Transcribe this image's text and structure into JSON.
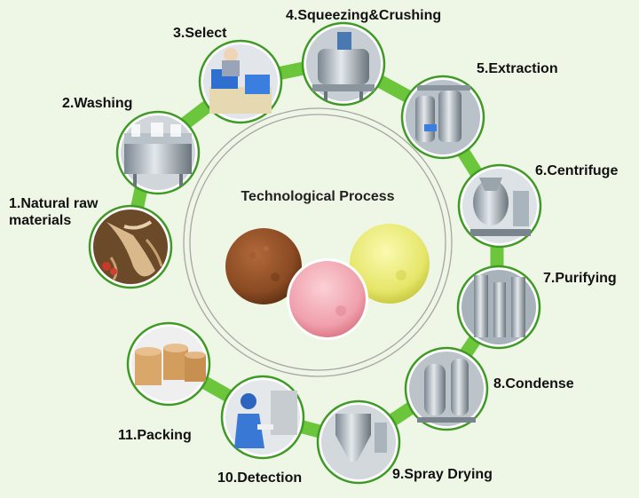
{
  "center": {
    "title": "Technological Process",
    "powders": [
      {
        "name": "brown-powder",
        "color": "#8a4a22"
      },
      {
        "name": "pink-powder",
        "color": "#f0a0ac"
      },
      {
        "name": "yellow-powder",
        "color": "#e6e66a"
      }
    ]
  },
  "steps": [
    {
      "label": "1.Natural raw materials",
      "line1": "1.Natural raw",
      "line2": "materials",
      "icon": "ginseng-root-photo"
    },
    {
      "label": "2.Washing",
      "icon": "washing-tank-photo"
    },
    {
      "label": "3.Select",
      "icon": "worker-sorting-baskets-photo"
    },
    {
      "label": "4.Squeezing&Crushing",
      "icon": "crushing-machine-photo"
    },
    {
      "label": "5.Extraction",
      "icon": "extraction-tank-photo"
    },
    {
      "label": "6.Centrifuge",
      "icon": "centrifuge-machine-photo"
    },
    {
      "label": "7.Purifying",
      "icon": "purifying-column-photo"
    },
    {
      "label": "8.Condense",
      "icon": "condenser-vessel-photo"
    },
    {
      "label": "9.Spray Drying",
      "icon": "spray-dryer-photo"
    },
    {
      "label": "10.Detection",
      "icon": "lab-technician-photo"
    },
    {
      "label": "11.Packing",
      "icon": "fiber-drums-photo"
    }
  ],
  "colors": {
    "ring": "#6cc63c",
    "ring_dark": "#3f9a25",
    "background": "#eef6e6",
    "center_line": "#a6a6a6"
  }
}
